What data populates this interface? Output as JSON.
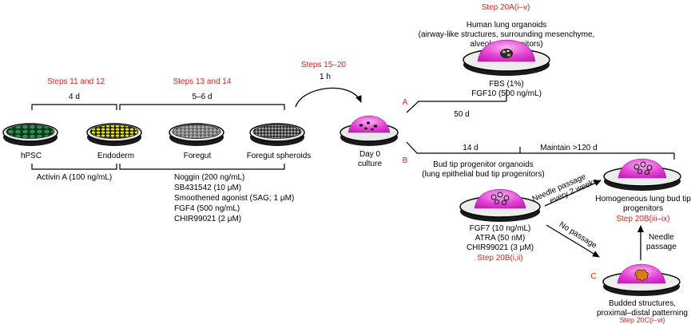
{
  "colors": {
    "step_red": "#d8231e",
    "pink": "#e542d6",
    "pink_light": "#f5a6ee",
    "green_cells": "#2f8f52",
    "yellow_cells": "#e5e50c"
  },
  "steps": {
    "s11_12": "Steps 11 and 12",
    "s13_14": "Steps 13 and 14",
    "s15_20": "Steps 15–20",
    "s20A": "Step 20A(i–v)",
    "s20B_ii": "Step 20B(i,ii)",
    "s20B_ix": "Step 20B(iii–ix)",
    "s20C": "Step 20C(i–vi)"
  },
  "durations": {
    "d4": "4 d",
    "d5_6": "5–6 d",
    "h1": "1 h",
    "d50": "50 d",
    "d14": "14 d",
    "maintain": "Maintain >120 d"
  },
  "dishes": {
    "hpsc": "hPSC",
    "endoderm": "Endoderm",
    "foregut": "Foregut",
    "spheroids": "Foregut spheroids",
    "day0_l1": "Day 0",
    "day0_l2": "culture"
  },
  "media": {
    "activin": "Activin A (100 ng/mL)",
    "noggin": "Noggin (200 ng/mL)",
    "sb": "SB431542 (10 μM)",
    "sag": "Smoothened agonist (SAG; 1 μM)",
    "fgf4": "FGF4 (500 ng/mL)",
    "chir2": "CHIR99021 (2 μM)",
    "fbs": "FBS (1%)",
    "fgf10": "FGF10 (500 ng/mL)",
    "fgf7": "FGF7 (10 ng/mL)",
    "atra": "ATRA (50 nM)",
    "chir3": "CHIR99021 (3 μM)"
  },
  "branches": {
    "a": "A",
    "b": "B",
    "c": "C",
    "hlo_title": "Human lung organoids",
    "hlo_l2": "(airway-like structures, surrounding mesenchyme,",
    "hlo_l3": "alveolar progenitors)",
    "btpo_l1": "Bud tip progenitor organoids",
    "btpo_l2": "(lung epithelial bud tip progenitors)",
    "needle_l1": "Needle passage",
    "needle_l2": "every 2 weeks",
    "no_passage": "No passage",
    "homog_l1": "Homogeneous lung bud tip",
    "homog_l2": "progenitors",
    "needle2_l1": "Needle",
    "needle2_l2": "passage",
    "budded_l1": "Budded structures,",
    "budded_l2": "proximal–distal patterning"
  }
}
